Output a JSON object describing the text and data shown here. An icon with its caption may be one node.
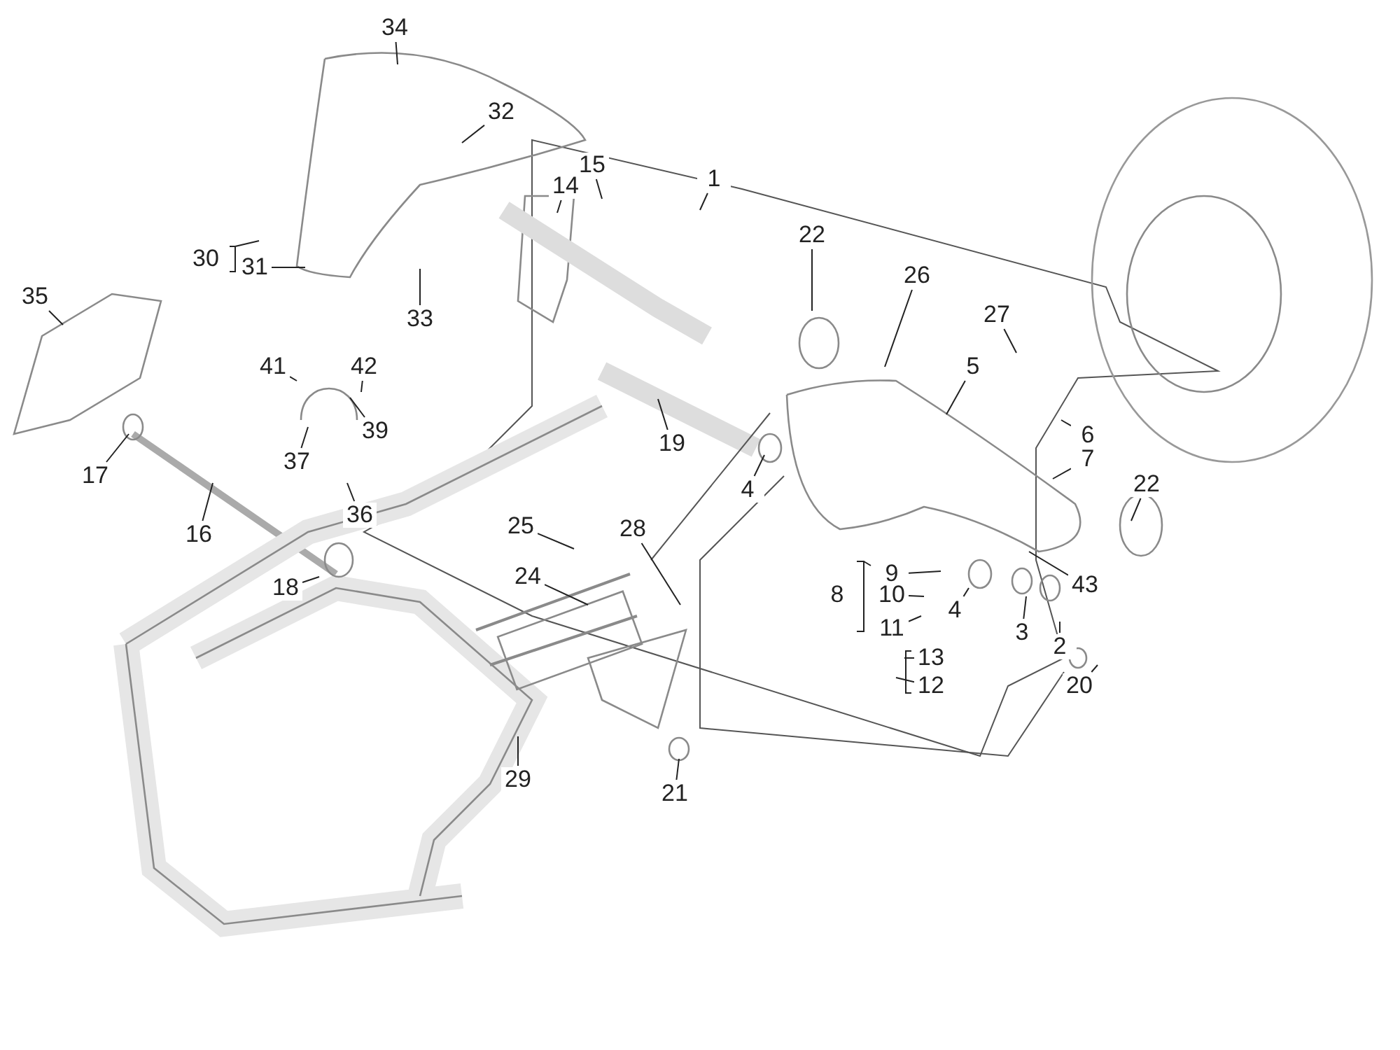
{
  "diagram": {
    "nodes": [
      {
        "text": [
          "34"
        ]
      },
      {
        "text": [
          "32"
        ]
      },
      {
        "text": [
          "15"
        ]
      },
      {
        "text": [
          "14"
        ]
      },
      {
        "text": [
          "1"
        ]
      },
      {
        "text": [
          "22"
        ]
      },
      {
        "text": [
          "26"
        ]
      },
      {
        "text": [
          "27"
        ]
      },
      {
        "text": [
          "5"
        ]
      },
      {
        "text": [
          "30"
        ]
      },
      {
        "text": [
          "31"
        ]
      },
      {
        "text": [
          "33"
        ]
      },
      {
        "text": [
          "35"
        ]
      },
      {
        "text": [
          "41"
        ]
      },
      {
        "text": [
          "42"
        ]
      },
      {
        "text": [
          "39"
        ]
      },
      {
        "text": [
          "37"
        ]
      },
      {
        "text": [
          "36"
        ]
      },
      {
        "text": [
          "17"
        ]
      },
      {
        "text": [
          "16"
        ]
      },
      {
        "text": [
          "18"
        ]
      },
      {
        "text": [
          "19"
        ]
      },
      {
        "text": [
          "4"
        ]
      },
      {
        "text": [
          "6"
        ]
      },
      {
        "text": [
          "7"
        ]
      },
      {
        "text": [
          "22"
        ]
      },
      {
        "text": [
          "43"
        ]
      },
      {
        "text": [
          "25"
        ]
      },
      {
        "text": [
          "28"
        ]
      },
      {
        "text": [
          "24"
        ]
      },
      {
        "text": [
          "9"
        ]
      },
      {
        "text": [
          "8"
        ]
      },
      {
        "text": [
          "10"
        ]
      },
      {
        "text": [
          "11"
        ]
      },
      {
        "text": [
          "4"
        ]
      },
      {
        "text": [
          "3"
        ]
      },
      {
        "text": [
          "2"
        ]
      },
      {
        "text": [
          "13"
        ]
      },
      {
        "text": [
          "12"
        ]
      },
      {
        "text": [
          "20"
        ]
      },
      {
        "text": [
          "29"
        ]
      },
      {
        "text": [
          "21"
        ]
      }
    ],
    "edges": [
      {
        "from": 0,
        "to": null,
        "arrow": "none"
      },
      {
        "from": 1,
        "to": null,
        "arrow": "none"
      },
      {
        "from": 2,
        "to": null,
        "arrow": "none"
      },
      {
        "from": 3,
        "to": null,
        "arrow": "none"
      },
      {
        "from": 4,
        "to": null,
        "arrow": "none"
      },
      {
        "from": 5,
        "to": null,
        "arrow": "none"
      },
      {
        "from": 6,
        "to": null,
        "arrow": "none"
      },
      {
        "from": 7,
        "to": null,
        "arrow": "none"
      },
      {
        "from": 8,
        "to": null,
        "arrow": "none"
      },
      {
        "from": 10,
        "to": null,
        "arrow": "none"
      },
      {
        "from": 11,
        "to": null,
        "arrow": "none"
      },
      {
        "from": 12,
        "to": null,
        "arrow": "none"
      },
      {
        "from": 13,
        "to": null,
        "arrow": "none"
      },
      {
        "from": 14,
        "to": null,
        "arrow": "none"
      },
      {
        "from": 15,
        "to": null,
        "arrow": "none"
      },
      {
        "from": 16,
        "to": null,
        "arrow": "none"
      },
      {
        "from": 17,
        "to": null,
        "arrow": "none"
      },
      {
        "from": 18,
        "to": null,
        "arrow": "none"
      },
      {
        "from": 19,
        "to": null,
        "arrow": "none"
      },
      {
        "from": 20,
        "to": null,
        "arrow": "none"
      },
      {
        "from": 21,
        "to": null,
        "arrow": "none"
      },
      {
        "from": 22,
        "to": null,
        "arrow": "none"
      },
      {
        "from": 23,
        "to": null,
        "arrow": "none"
      },
      {
        "from": 24,
        "to": null,
        "arrow": "none"
      },
      {
        "from": 25,
        "to": null,
        "arrow": "none"
      },
      {
        "from": 26,
        "to": null,
        "arrow": "none"
      },
      {
        "from": 27,
        "to": null,
        "arrow": "none"
      },
      {
        "from": 28,
        "to": null,
        "arrow": "none"
      },
      {
        "from": 29,
        "to": null,
        "arrow": "none"
      },
      {
        "from": 30,
        "to": null,
        "arrow": "none"
      },
      {
        "from": 32,
        "to": null,
        "arrow": "none"
      },
      {
        "from": 33,
        "to": null,
        "arrow": "none"
      },
      {
        "from": 34,
        "to": null,
        "arrow": "none"
      },
      {
        "from": 35,
        "to": null,
        "arrow": "none"
      },
      {
        "from": 36,
        "to": null,
        "arrow": "none"
      },
      {
        "from": 37,
        "to": null,
        "arrow": "none"
      },
      {
        "from": 38,
        "to": null,
        "arrow": "none"
      },
      {
        "from": 39,
        "to": null,
        "arrow": "none"
      },
      {
        "from": 40,
        "to": null,
        "arrow": "none"
      },
      {
        "from": 41,
        "to": null,
        "arrow": "none"
      }
    ]
  }
}
